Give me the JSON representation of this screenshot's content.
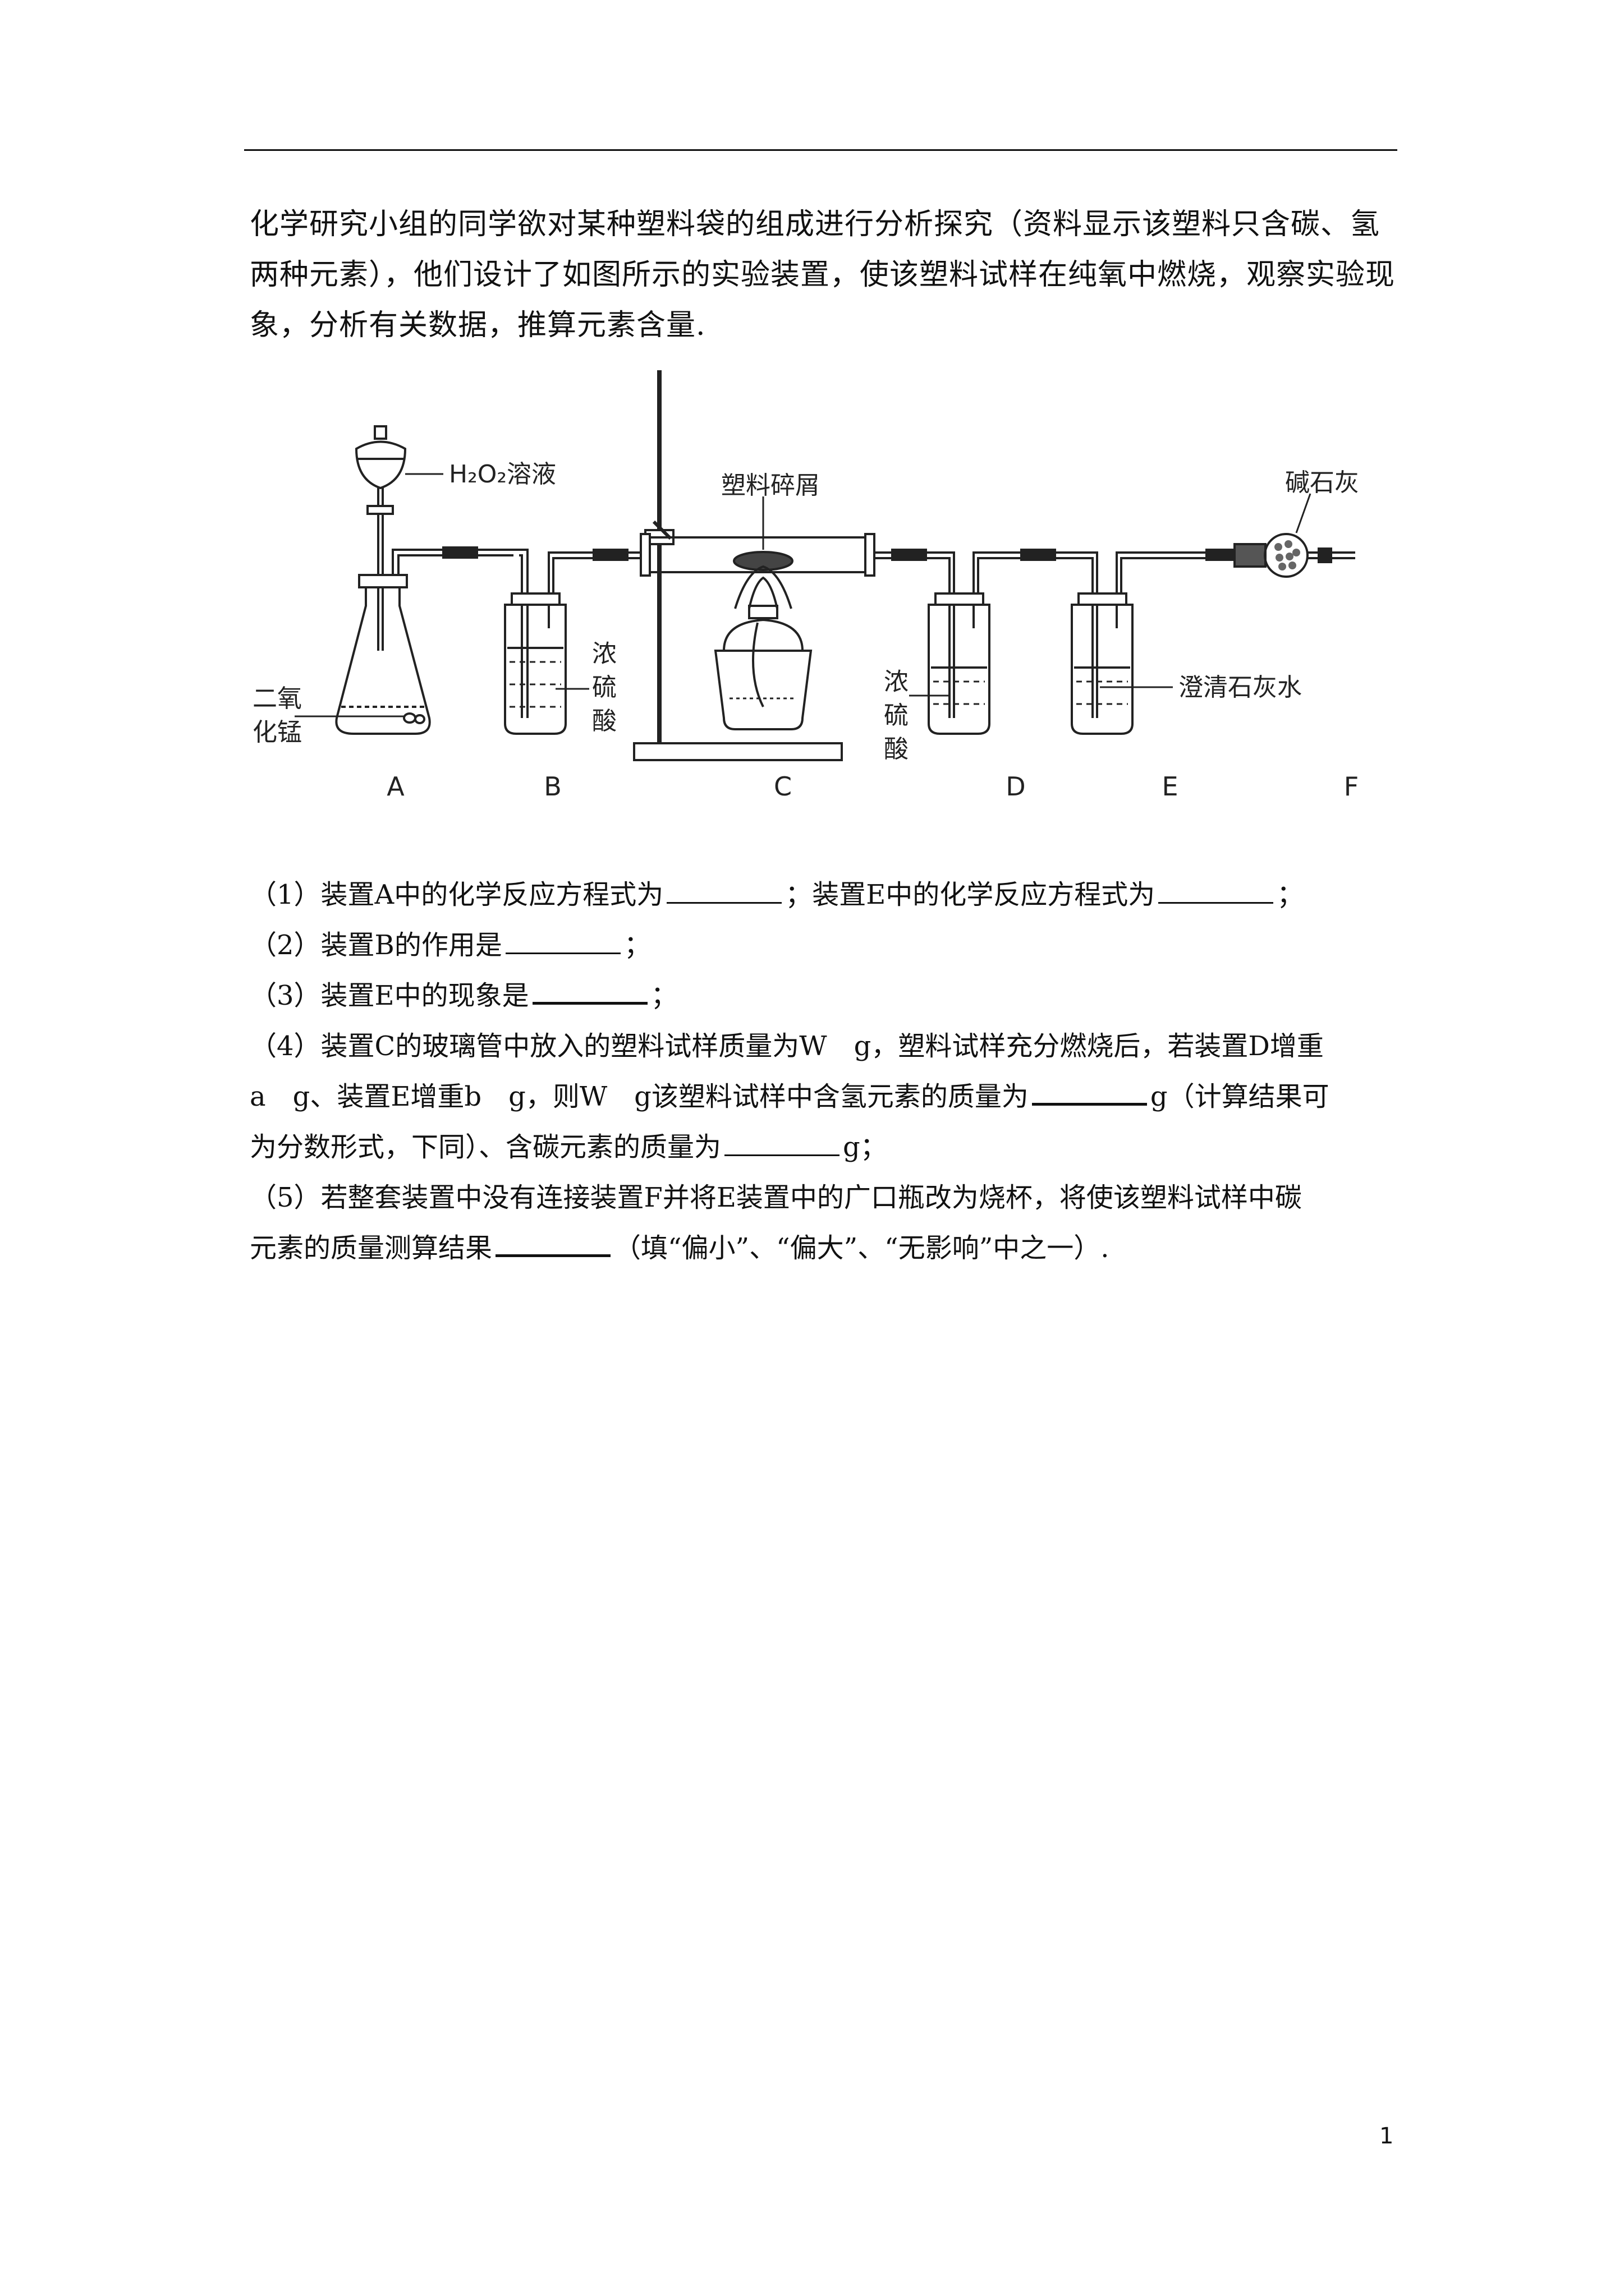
{
  "intro": "化学研究小组的同学欲对某种塑料袋的组成进行分析探究（资料显示该塑料只含碳、氢两种元素），他们设计了如图所示的实验装置，使该塑料试样在纯氧中燃烧，观察实验现象，分析有关数据，推算元素含量.",
  "figure": {
    "labels": {
      "h2o2": "H₂O₂溶液",
      "plastic": "塑料碎屑",
      "soda_lime": "碱石灰",
      "mno2_line1": "二氧",
      "mno2_line2": "化锰",
      "h2so4_b_1": "浓",
      "h2so4_b_2": "硫",
      "h2so4_b_3": "酸",
      "h2so4_d_1": "浓",
      "h2so4_d_2": "硫",
      "h2so4_d_3": "酸",
      "limewater": "澄清石灰水"
    },
    "apparatus": [
      "A",
      "B",
      "C",
      "D",
      "E",
      "F"
    ]
  },
  "questions": {
    "q1_a": "（1）装置A中的化学反应方程式为",
    "q1_b": "；装置E中的化学反应方程式为",
    "q1_c": "；",
    "q2_a": "（2）装置B的作用是",
    "q2_b": "；",
    "q3_a": "（3）装置E中的现象是",
    "q3_b": "；",
    "q4_line1": "（4）装置C的玻璃管中放入的塑料试样质量为W　g，塑料试样充分燃烧后，若装置D增重",
    "q4_line2_a": "a　g、装置E增重b　g，则W　g该塑料试样中含氢元素的质量为",
    "q4_line2_b": "g（计算结果可",
    "q4_line3_a": "为分数形式，下同）、含碳元素的质量为",
    "q4_line3_b": "g；",
    "q5_line1": "（5）若整套装置中没有连接装置F并将E装置中的广口瓶改为烧杯，将使该塑料试样中碳",
    "q5_line2_a": "元素的质量测算结果",
    "q5_line2_b": "（填“偏小”、“偏大”、“无影响”中之一）."
  },
  "page_number": "1"
}
